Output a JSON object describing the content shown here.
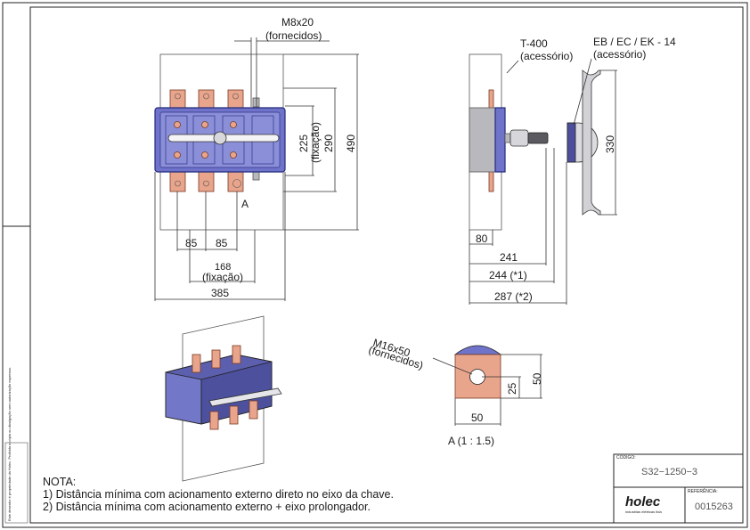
{
  "drawing": {
    "front_view": {
      "bolt_label": "M8x20",
      "bolt_note": "(fornecidos)",
      "dim_225": "225",
      "dim_225_note": "(fixação)",
      "dim_290": "290",
      "dim_490": "490",
      "dim_85a": "85",
      "dim_85b": "85",
      "dim_168": "168",
      "dim_168_note": "(fixação)",
      "dim_385": "385",
      "detail_marker": "A"
    },
    "side_view": {
      "shaft_label": "T-400",
      "shaft_note": "(acessório)",
      "handle_label": "EB / EC / EK - 14",
      "handle_note": "(acessório)",
      "dim_330": "330",
      "dim_80": "80",
      "dim_241": "241",
      "dim_244": "244 (*1)",
      "dim_287": "287 (*2)"
    },
    "detail_view": {
      "bolt_label": "M16x50",
      "bolt_note": "(fornecidos)",
      "dim_25": "25",
      "dim_50_v": "50",
      "dim_50_h": "50",
      "caption": "A  (1 : 1.5)"
    }
  },
  "notes": {
    "title": "NOTA:",
    "line1": "1) Distância mínima com acionamento externo direto no eixo da chave.",
    "line2": "2) Distância mínima com acionamento externo + eixo prolongador."
  },
  "title_block": {
    "code_caption": "CÓDIGO:",
    "code": "S32−1250−3",
    "ref_caption": "REFERÊNCIA:",
    "reference": "0015263",
    "brand": "holec",
    "brand_sub": "industrias elétricas ltda"
  },
  "side_stamp": "Este desenho é propriedade da Holec. Proibida a cópia ou divulgação sem autorização expressa."
}
